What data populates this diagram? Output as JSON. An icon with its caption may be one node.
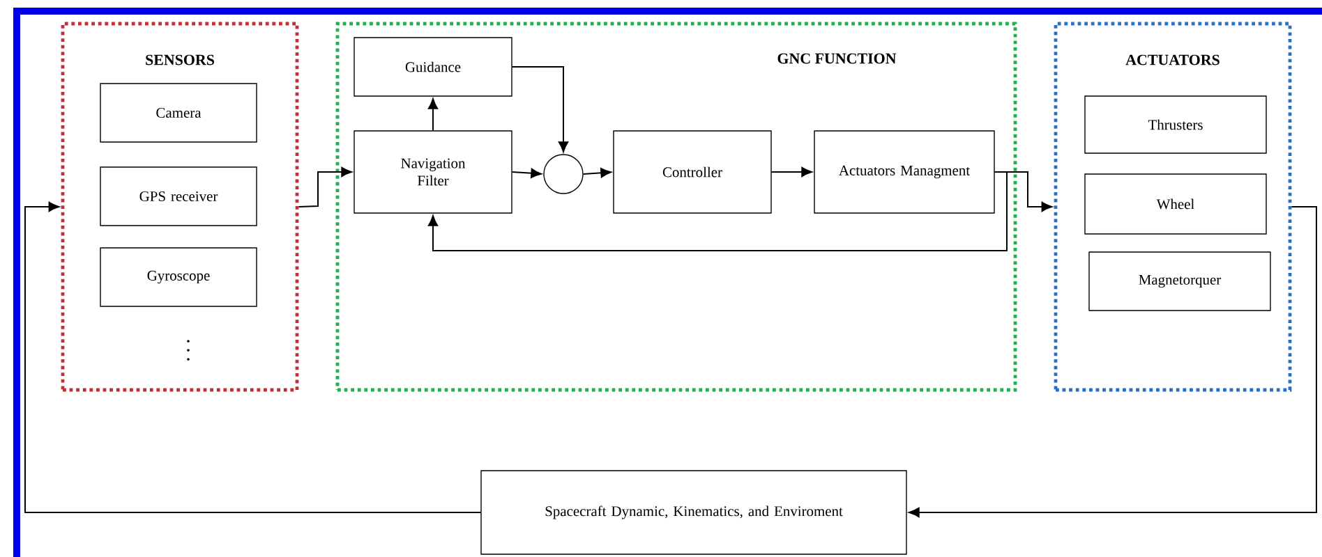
{
  "diagram": {
    "nodes": [
      {
        "text": [
          "SENSORS"
        ]
      },
      {
        "text": [
          "Camera"
        ],
        "in": 0
      },
      {
        "text": [
          "GPS receiver"
        ],
        "in": 0
      },
      {
        "text": [
          "Gyroscope"
        ],
        "in": 0
      },
      {
        "text": [
          "GNC FUNCTION"
        ]
      },
      {
        "text": [
          "Guidance"
        ],
        "in": 4
      },
      {
        "text": [
          "Navigation Filter"
        ],
        "in": 4
      },
      {
        "text": [],
        "shape": "circle",
        "in": 4
      },
      {
        "text": [
          "Controller"
        ],
        "in": 4
      },
      {
        "text": [
          "Actuators Managment"
        ],
        "in": 4
      },
      {
        "text": [
          "ACTUATORS"
        ]
      },
      {
        "text": [
          "Thrusters"
        ],
        "in": 10
      },
      {
        "text": [
          "Wheel"
        ],
        "in": 10
      },
      {
        "text": [
          "Magnetorquer"
        ],
        "in": 10
      },
      {
        "text": [
          "Spacecraft Dynamic, Kinematics, and Enviroment"
        ]
      }
    ],
    "edges": [
      {
        "from": 0,
        "to": 6,
        "arrow": "to"
      },
      {
        "from": 6,
        "to": 5,
        "arrow": "to"
      },
      {
        "from": 6,
        "to": 7,
        "arrow": "to"
      },
      {
        "from": 5,
        "to": 7,
        "arrow": "to"
      },
      {
        "from": 7,
        "to": 8,
        "arrow": "to"
      },
      {
        "from": 8,
        "to": 9,
        "arrow": "to"
      },
      {
        "from": 9,
        "to": 6,
        "arrow": "to"
      },
      {
        "from": 9,
        "to": 10,
        "arrow": "to"
      },
      {
        "from": 10,
        "to": 14,
        "arrow": "to"
      },
      {
        "from": 14,
        "to": 0,
        "arrow": "to"
      }
    ]
  }
}
